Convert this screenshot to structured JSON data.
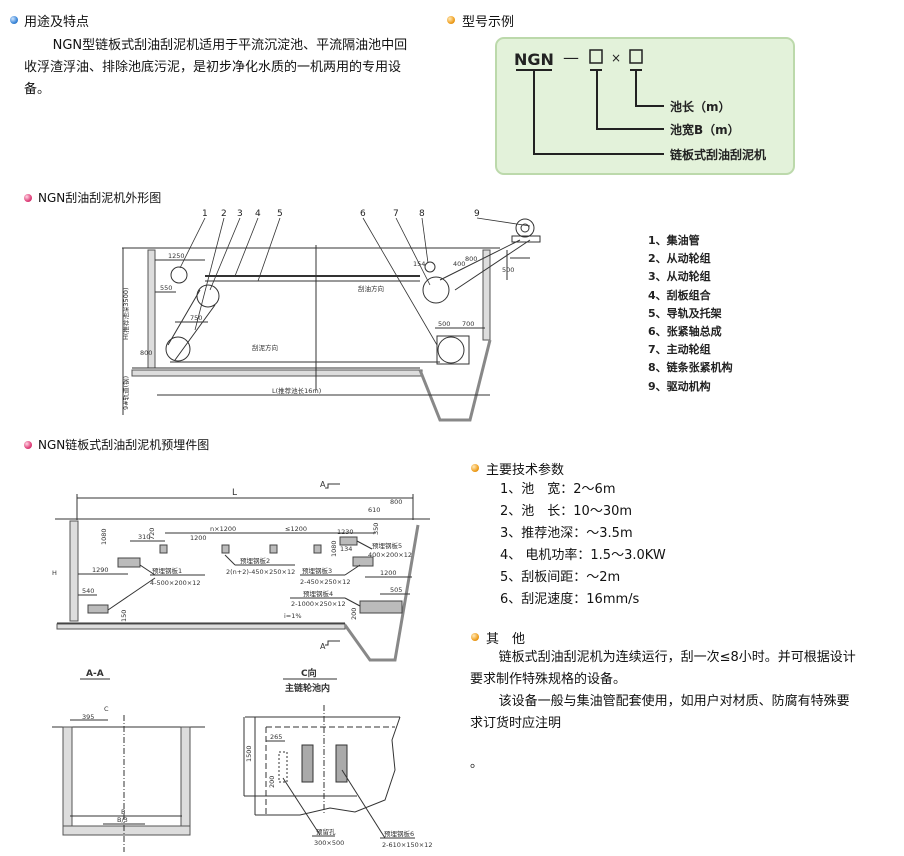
{
  "intro": {
    "heading": "用途及特点",
    "paragraph": "NGN型链板式刮油刮泥机适用于平流沉淀池、平流隔油池中回收浮渣浮油、排除池底污泥，是初步净化水质的一机两用的专用设备。"
  },
  "model": {
    "heading": "型号示例",
    "code": "NGN",
    "dash": "—",
    "times": "×",
    "labels": [
      "池长（m）",
      "池宽B（m）",
      "链板式刮油刮泥机"
    ]
  },
  "outline": {
    "heading": "NGN刮油刮泥机外形图",
    "callouts": [
      "1",
      "2",
      "3",
      "4",
      "5",
      "6",
      "7",
      "8",
      "9"
    ],
    "dims": [
      "1250",
      "550",
      "750",
      "800",
      "154",
      "400",
      "800",
      "500",
      "500",
      "700",
      "刮油方向",
      "刮泥方向",
      "L(推荐池长16m)",
      "H(推荐池深3500)",
      "9#轨道(钢)"
    ],
    "legend": [
      "1、集油管",
      "2、从动轮组",
      "3、从动轮组",
      "4、刮板组合",
      "5、导轨及托架",
      "6、张紧轴总成",
      "7、主动轮组",
      "8、链条张紧机构",
      "9、驱动机构"
    ]
  },
  "embed": {
    "heading": "NGN链板式刮油刮泥机预埋件图",
    "dims": [
      "L",
      "A",
      "A",
      "800",
      "610",
      "n×1200",
      "≤1200",
      "1200",
      "310",
      "720",
      "1080",
      "1290",
      "540",
      "150",
      "1230",
      "1080",
      "134",
      "350",
      "1200",
      "505",
      "200",
      "i=1%",
      "H"
    ],
    "plates": [
      "预埋钢板1",
      "4-500×200×12",
      "预埋钢板2",
      "2(n+2)-450×250×12",
      "预埋钢板3",
      "2-450×250×12",
      "预埋钢板4",
      "2-1000×250×12",
      "预埋钢板5",
      "400×200×12"
    ],
    "section_aa": {
      "title": "A-A",
      "dims": [
        "395",
        "C",
        "B",
        "B/3"
      ]
    },
    "view_c": {
      "title": "C向",
      "subtitle": "主链轮池内",
      "dims": [
        "265",
        "1500",
        "200"
      ],
      "hole_label": "预留孔",
      "hole_size": "300×500",
      "plate_label": "预埋钢板6",
      "plate_size": "2-610×150×12"
    }
  },
  "params": {
    "heading": "主要技术参数",
    "items": [
      "1、池　宽：2～6m",
      "2、池　长：10～30m",
      "3、推荐池深：～3.5m",
      "4、 电机功率：1.5～3.0KW",
      "5、刮板间距：～2m",
      "6、刮泥速度：16mm/s"
    ]
  },
  "other": {
    "heading": "其　他",
    "paragraphs": [
      "链板式刮油刮泥机为连续运行，刮一次≤8小时。并可根据设计要求制作特殊规格的设备。",
      "该设备一般与集油管配套使用，如用户对材质、防腐有特殊要求订货时应注明"
    ],
    "trailing": "。"
  }
}
